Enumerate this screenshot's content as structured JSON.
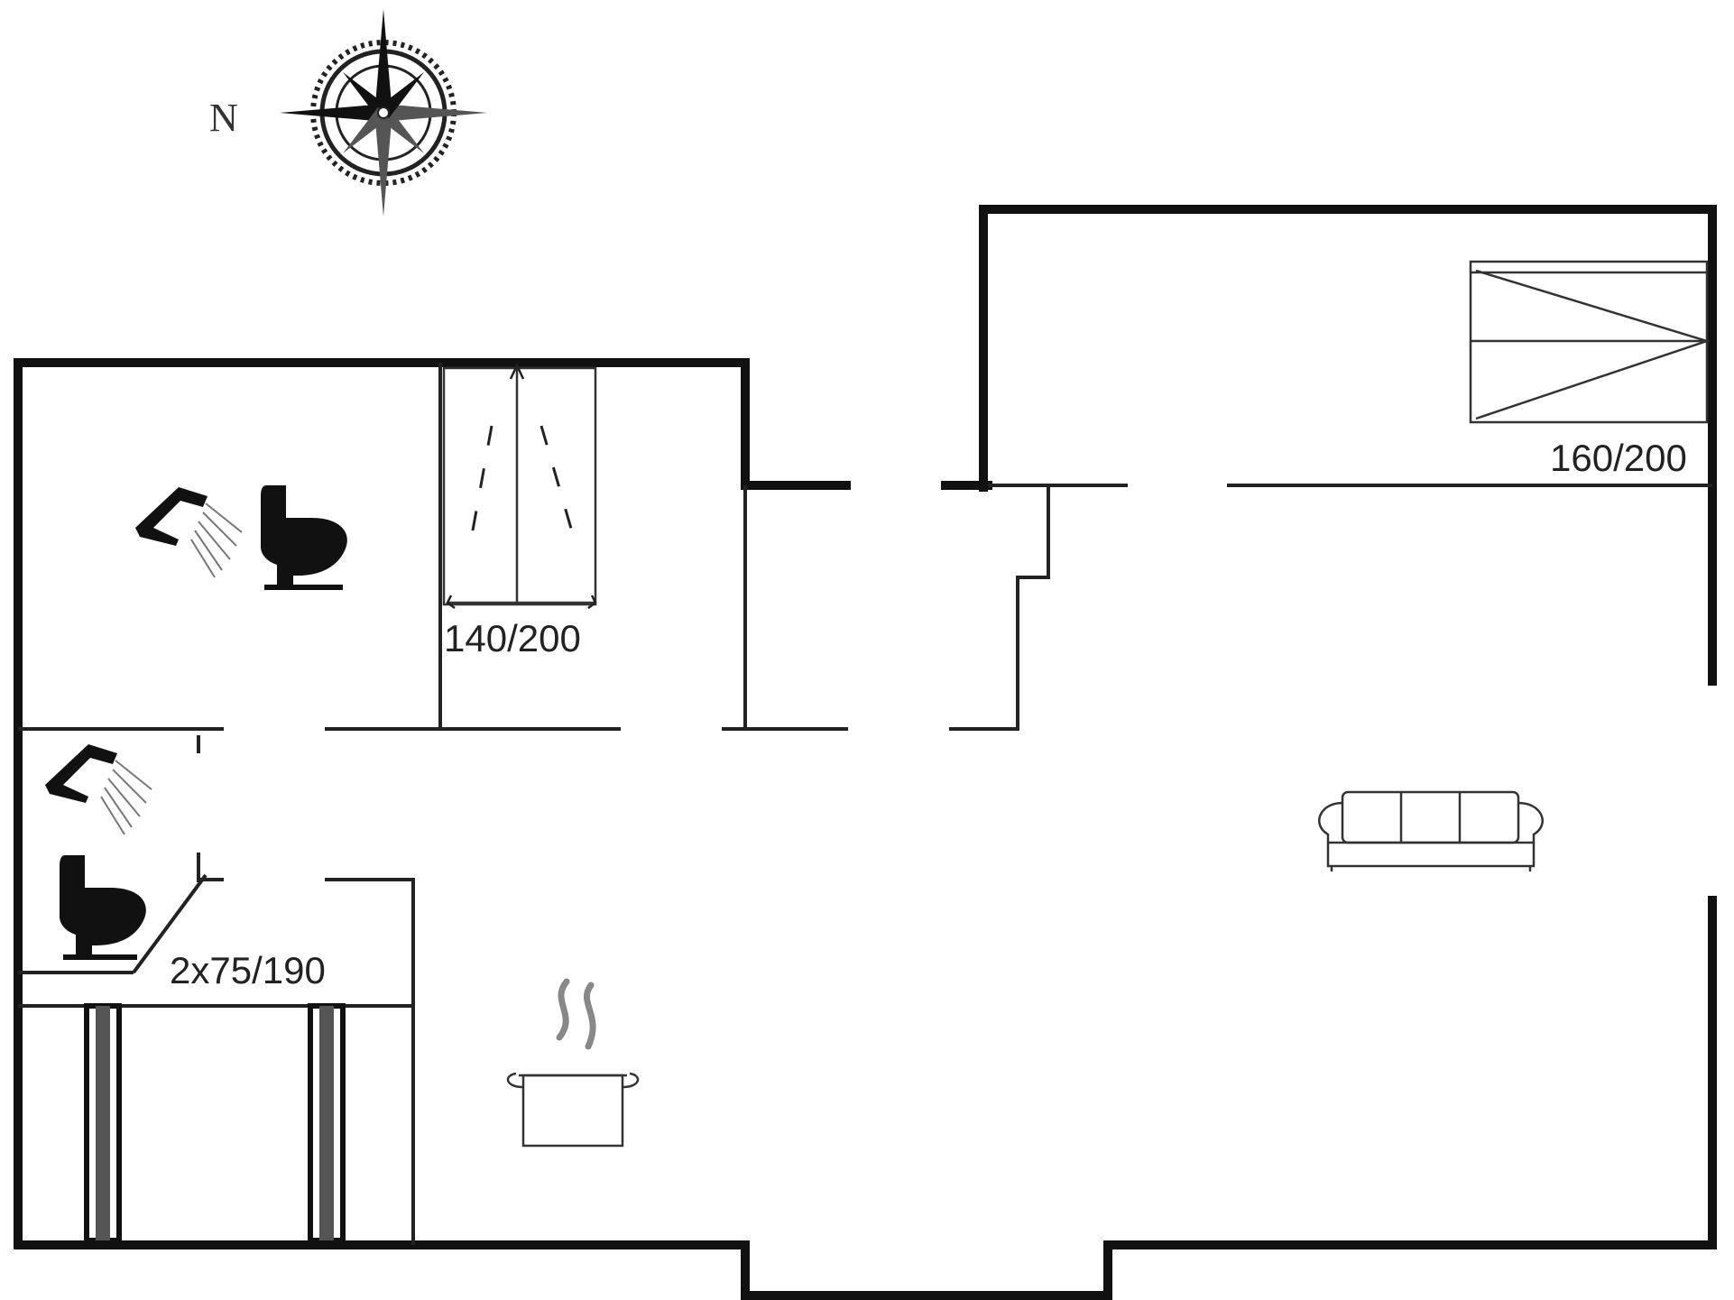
{
  "compass": {
    "north_label": "N",
    "icon": "compass-rose-icon"
  },
  "rooms": {
    "bathroom_large": {
      "icons": [
        "shower-icon",
        "toilet-icon"
      ]
    },
    "bedroom_1": {
      "bed_label": "140/200",
      "icon": "double-bed-icon"
    },
    "bathroom_small": {
      "icons": [
        "shower-icon",
        "toilet-icon"
      ]
    },
    "bedroom_2": {
      "bed_label": "2x75/190",
      "icon": "twin-beds-icon"
    },
    "loft_bedroom": {
      "bed_label": "160/200",
      "icon": "bed-icon"
    },
    "living": {
      "icons": [
        "sofa-icon",
        "cooking-pot-icon"
      ]
    }
  },
  "colors": {
    "wall": "#111111",
    "furniture": "#333333",
    "background": "#ffffff"
  }
}
